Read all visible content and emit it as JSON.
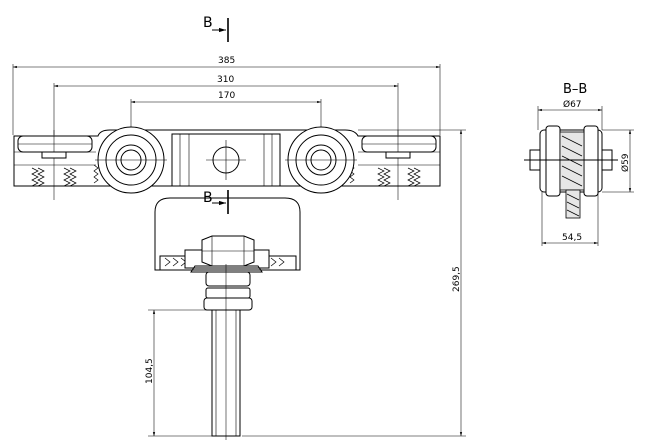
{
  "section_marker": "B",
  "section_title": "B–B",
  "dimensions": {
    "total_length": "385",
    "rail_spacing": "310",
    "wheel_spacing": "170",
    "total_height": "269,5",
    "bolt_length": "104,5",
    "roller_diameter": "Ø67",
    "wheel_diameter": "Ø59",
    "section_width": "54,5"
  }
}
